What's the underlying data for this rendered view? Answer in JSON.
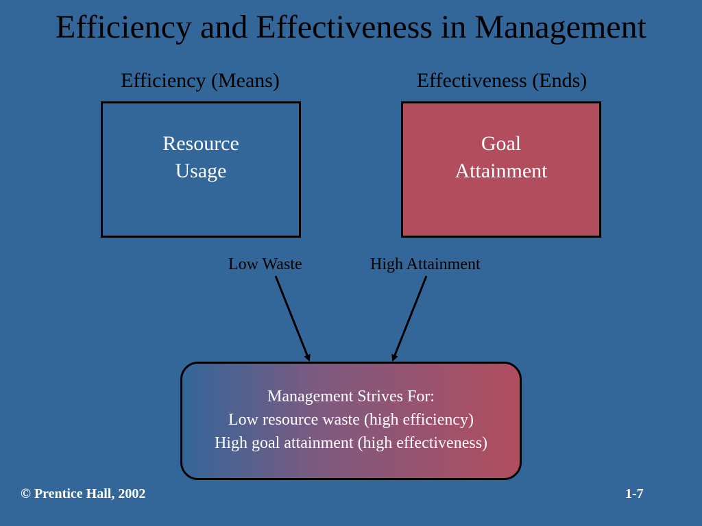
{
  "slide": {
    "title": "Efficiency and Effectiveness in Management",
    "headings": {
      "efficiency": "Efficiency (Means)",
      "effectiveness": "Effectiveness (Ends)"
    },
    "boxes": {
      "resource": {
        "line1": "Resource",
        "line2": "Usage"
      },
      "goal": {
        "line1": "Goal",
        "line2": "Attainment"
      }
    },
    "arrow_labels": {
      "low_waste": "Low Waste",
      "high_attainment": "High Attainment"
    },
    "summary": {
      "line1": "Management Strives For:",
      "line2": "Low resource waste (high efficiency)",
      "line3": "High goal attainment (high effectiveness)"
    },
    "footer": {
      "copyright": "© Prentice Hall, 2002",
      "page_number": "1-7"
    }
  },
  "colors": {
    "background": "#336699",
    "goal_box": "#b24d5e",
    "text_dark": "#000000",
    "text_light": "#ffffff"
  }
}
